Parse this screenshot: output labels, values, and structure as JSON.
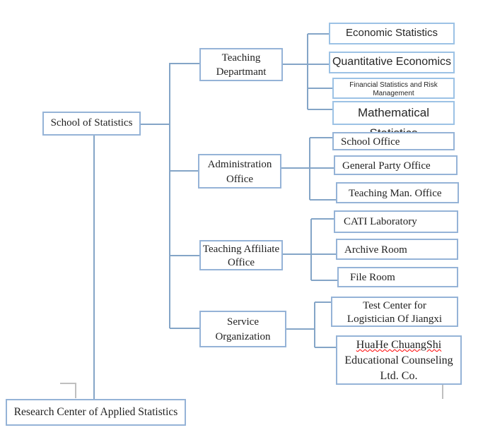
{
  "diagram": {
    "type": "organization-chart",
    "root": {
      "label": "School of Statistics"
    },
    "branches": [
      {
        "label": "Teaching Departmant",
        "children": [
          "Economic Statistics",
          "Quantitative Economics",
          "Financial Statistics and Risk Management",
          "Mathematical Statistics"
        ]
      },
      {
        "label": "Administration Office",
        "children": [
          "School Office",
          "General Party Office",
          "Teaching Man. Office"
        ]
      },
      {
        "label": "Teaching Affiliate Office",
        "children": [
          "CATI Laboratory",
          "Archive Room",
          "File Room"
        ]
      },
      {
        "label": "Service Organization",
        "children": [
          "Test Center for Logistician Of Jiangxi",
          {
            "full": "HuaHe ChuangShi Educational Counseling Ltd. Co.",
            "misspelled_part": "HuaHe ChuangShi",
            "rest": "Educational Counseling Ltd. Co."
          }
        ]
      }
    ],
    "standalone": {
      "label": "Research Center of Applied Statistics"
    },
    "colors": {
      "box_border": "#95b3d7",
      "leaf_box_border": "#9cc2e5",
      "connector_line": "#84a5c7",
      "gray_connector_line": "#bfbfbf",
      "spellcheck_underline": "#ff0000",
      "text": "#1f1f1f",
      "background": "#ffffff"
    }
  }
}
